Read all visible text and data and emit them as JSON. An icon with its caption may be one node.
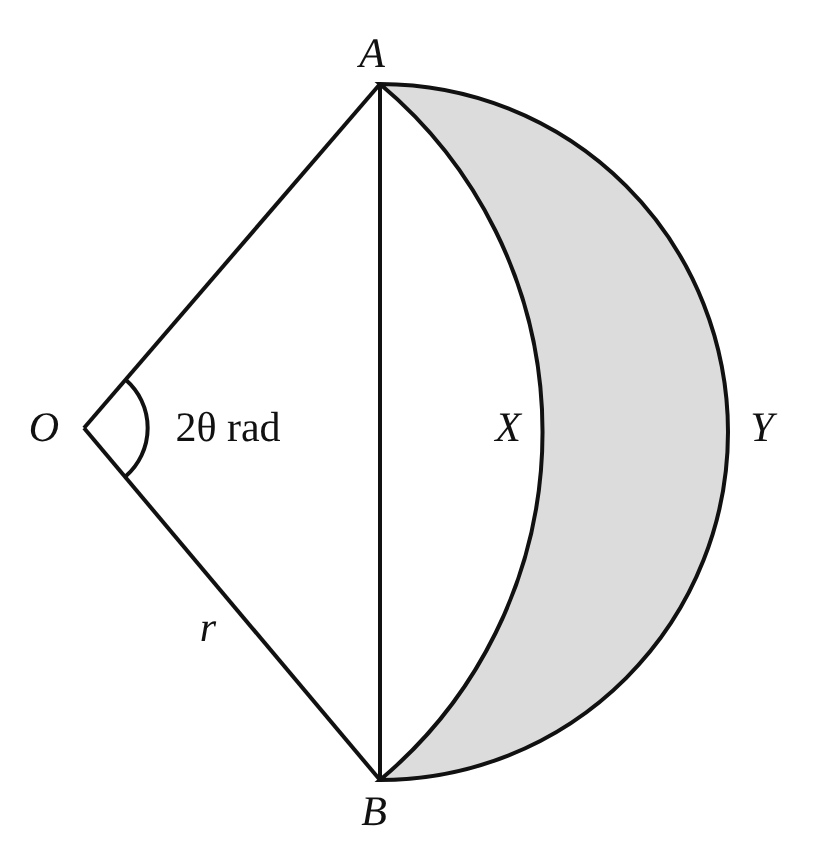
{
  "diagram": {
    "labels": [
      "A",
      "O",
      "2θ rad",
      "X",
      "Y",
      "r",
      "B"
    ]
  }
}
